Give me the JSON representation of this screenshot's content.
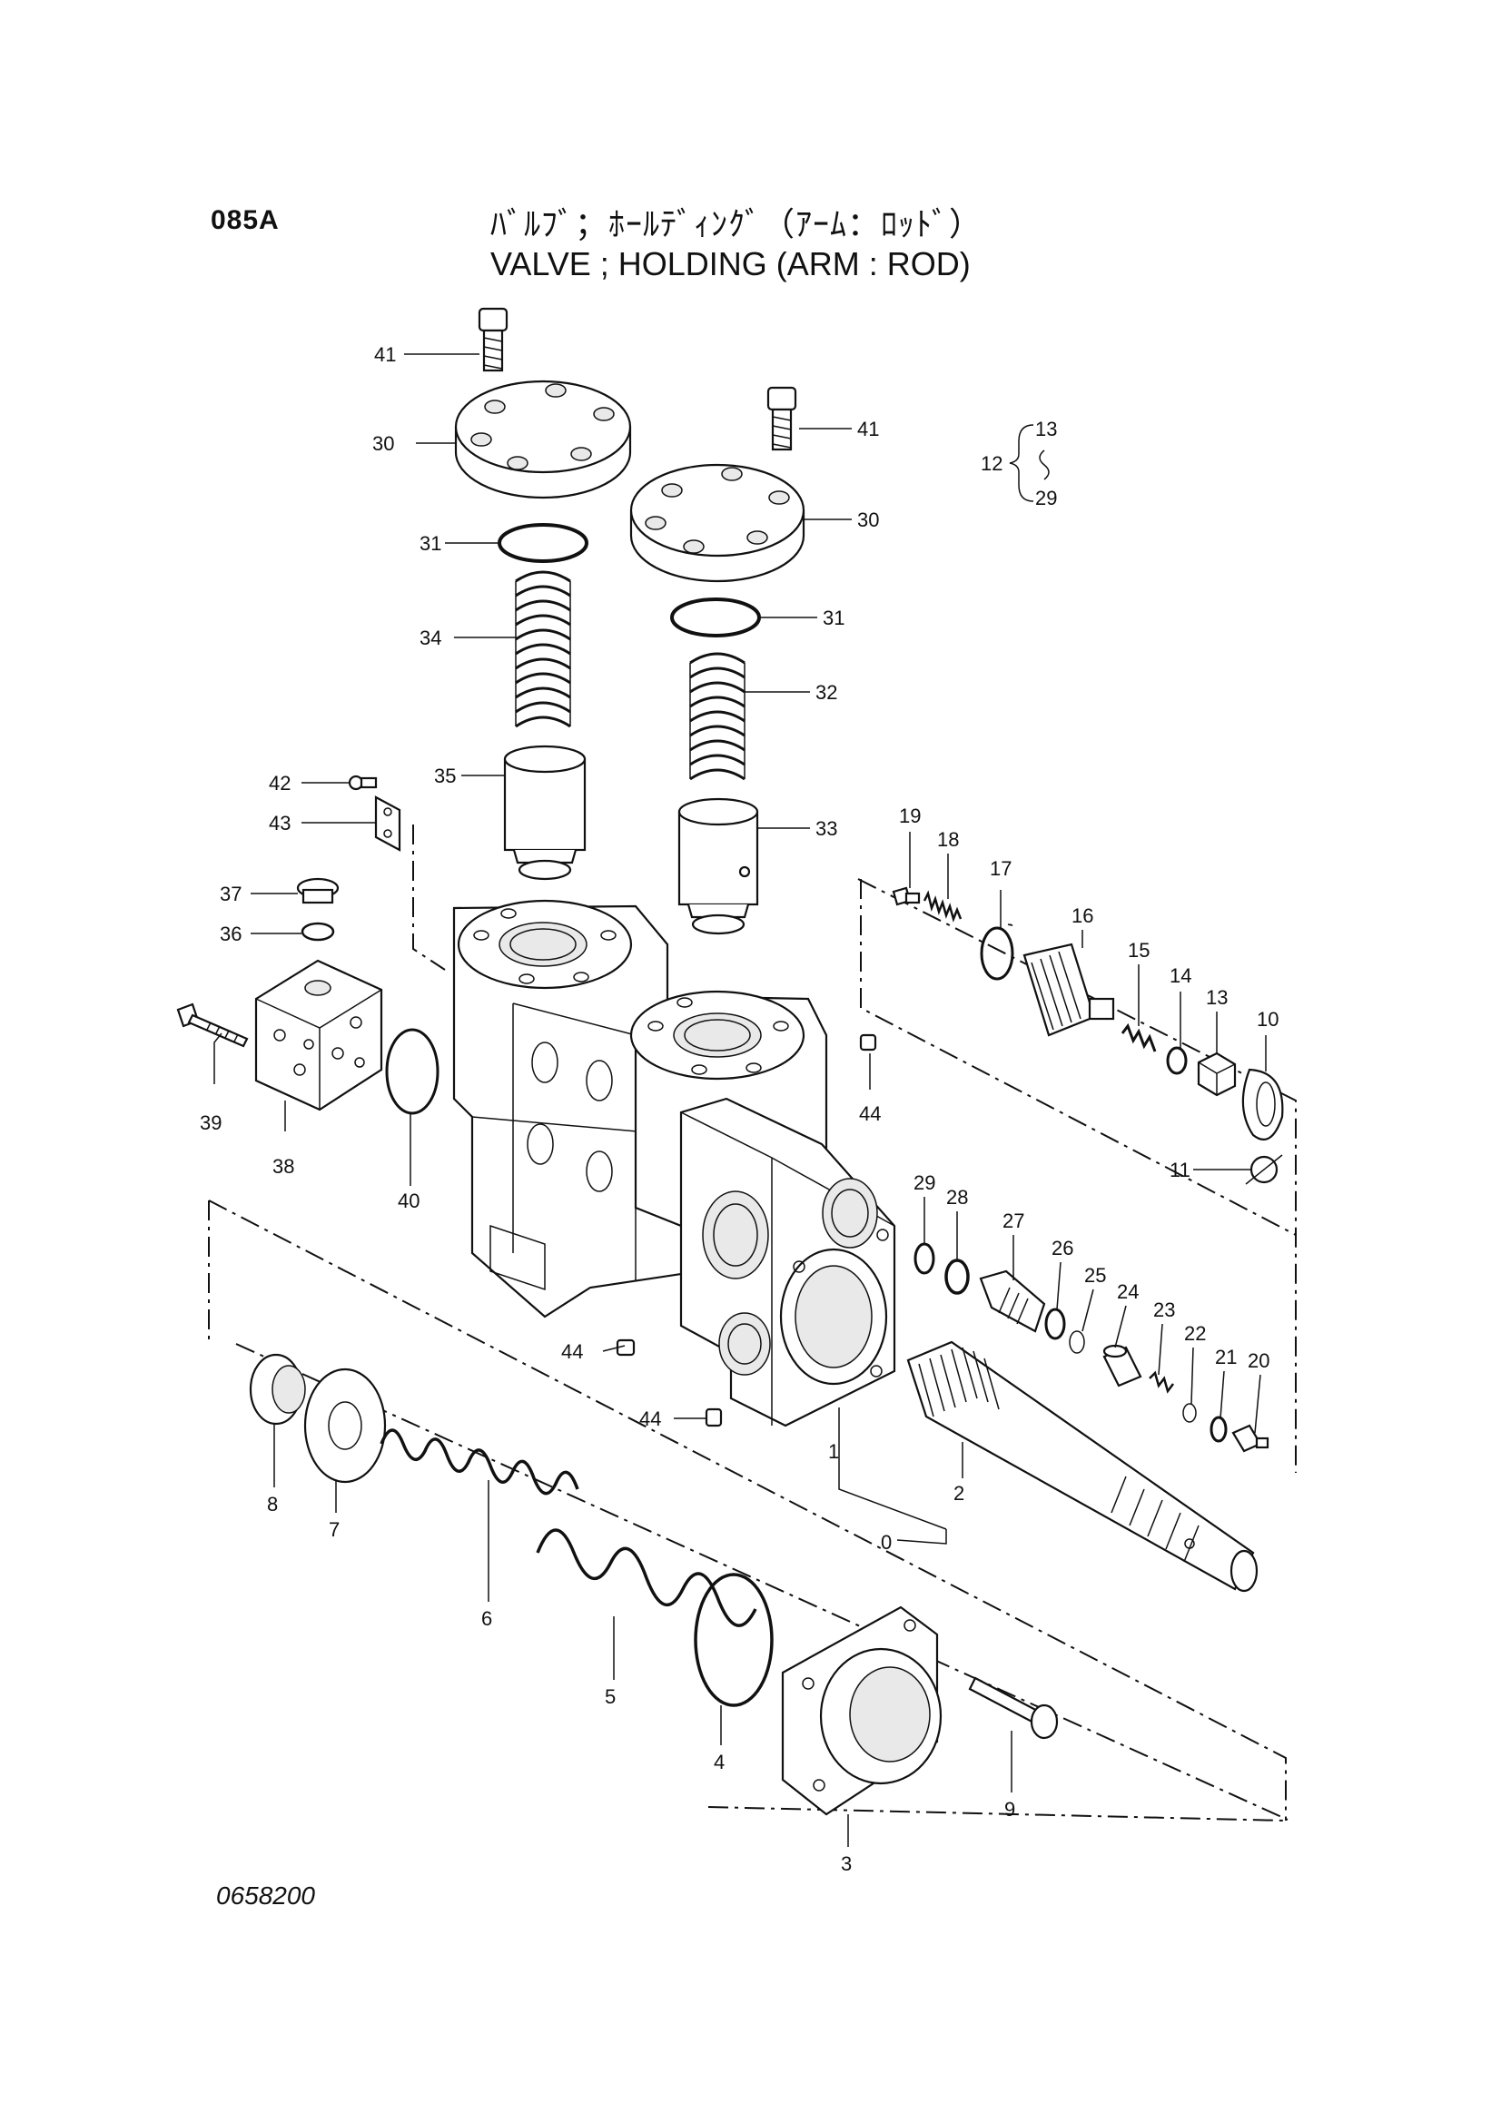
{
  "header": {
    "page_code": "085A",
    "title_jp": "ﾊﾞﾙﾌﾞ；ﾎｰﾙﾃﾞｨﾝｸﾞ（ｱｰﾑ：ﾛｯﾄﾞ）",
    "title_en": "VALVE ; HOLDING (ARM : ROD)"
  },
  "footer": {
    "drawing_number": "0658200"
  },
  "callouts": {
    "c0": "0",
    "c1": "1",
    "c2": "2",
    "c3": "3",
    "c4": "4",
    "c5": "5",
    "c6": "6",
    "c7": "7",
    "c8": "8",
    "c9": "9",
    "c10": "10",
    "c11": "11",
    "c12": "12",
    "c13": "13",
    "c13b": "13",
    "c14": "14",
    "c15": "15",
    "c16": "16",
    "c17": "17",
    "c18": "18",
    "c19": "19",
    "c20": "20",
    "c21": "21",
    "c22": "22",
    "c23": "23",
    "c24": "24",
    "c25": "25",
    "c26": "26",
    "c27": "27",
    "c28": "28",
    "c29": "29",
    "c29b": "29",
    "c30a": "30",
    "c30b": "30",
    "c31a": "31",
    "c31b": "31",
    "c32": "32",
    "c33": "33",
    "c34": "34",
    "c35": "35",
    "c36": "36",
    "c37": "37",
    "c38": "38",
    "c39": "39",
    "c40": "40",
    "c41a": "41",
    "c41b": "41",
    "c42": "42",
    "c43": "43",
    "c44a": "44",
    "c44b": "44",
    "c44c": "44"
  }
}
